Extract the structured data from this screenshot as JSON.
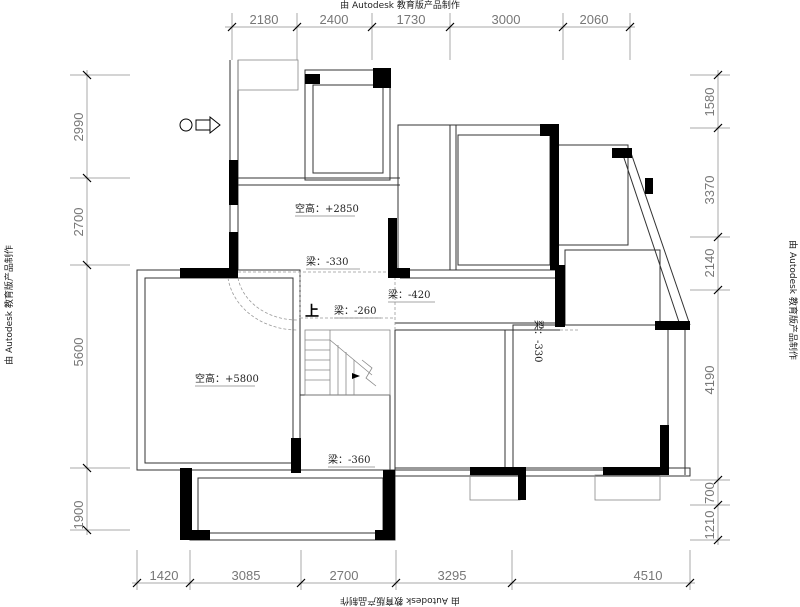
{
  "watermark": "由 Autodesk 教育版产品制作",
  "dimensions": {
    "top": [
      "2180",
      "2400",
      "1730",
      "3000",
      "2060"
    ],
    "bottom": [
      "1420",
      "3085",
      "2700",
      "3295",
      "4510"
    ],
    "left": [
      "2990",
      "2700",
      "5600",
      "1900"
    ],
    "right": [
      "1580",
      "3370",
      "2140",
      "4190",
      "700",
      "1210"
    ]
  },
  "rooms": {
    "ceiling_upper": "空高：+2850",
    "ceiling_living": "空高：+5800"
  },
  "beams": {
    "b1": "梁：-330",
    "b2": "梁：-420",
    "b3": "梁：-260",
    "b4": "梁：-360",
    "b5": "梁：-330"
  },
  "stair_up": "上"
}
